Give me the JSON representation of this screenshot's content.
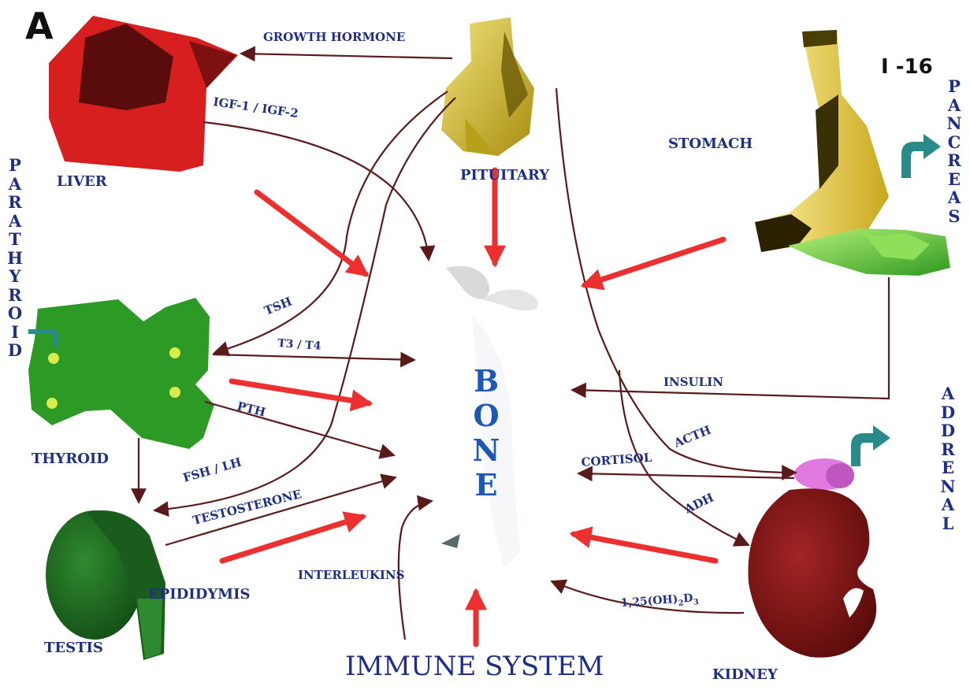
{
  "panel_label": "A",
  "figure_number": "I -16",
  "center": {
    "label": "BONE"
  },
  "organs": {
    "liver": "LIVER",
    "pituitary": "PITUITARY",
    "stomach": "STOMACH",
    "pancreas": "PANCREAS",
    "parathyroid": "PARATHYROID",
    "thyroid": "THYROID",
    "testis": "TESTIS",
    "epididymis": "EPIDIDYMIS",
    "adrenal": "ADDRENAL",
    "kidney": "KIDNEY",
    "immune": "IMMUNE SYSTEM"
  },
  "hormones": {
    "growth_hormone": "GROWTH HORMONE",
    "igf": "IGF-1 / IGF-2",
    "tsh": "TSH",
    "t3t4": "T3 / T4",
    "pth": "PTH",
    "fsh_lh": "FSH / LH",
    "testosterone": "TESTOSTERONE",
    "interleukins": "INTERLEUKINS",
    "insulin": "INSULIN",
    "acth": "ACTH",
    "cortisol": "CORTISOL",
    "adh": "ADH",
    "vitamin_d": "1,25(OH)2D3"
  },
  "colors": {
    "liver": "#d81f1f",
    "liver_dark": "#5a0c0c",
    "pituitary": "#d9c23a",
    "stomach": "#e2cf45",
    "pancreas": "#5fcf3e",
    "thyroid": "#2e9a26",
    "testis": "#1f6a22",
    "kidney": "#7a1414",
    "adrenal": "#e07adf",
    "thin_arrow": "#5a1a1a",
    "thick_arrow": "#ec3030",
    "label": "#1f2f86",
    "bone_text": "#1d58b4",
    "turn_arrow": "#2a8a8a"
  }
}
